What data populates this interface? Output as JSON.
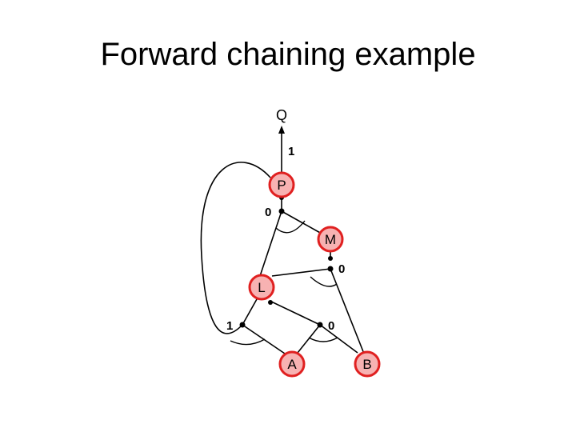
{
  "title": "Forward chaining example",
  "colors": {
    "node_fill": "#f7b2b2",
    "node_stroke": "#e02020",
    "edge": "#000000"
  },
  "nodes": {
    "q": "Q",
    "p": "P",
    "m": "M",
    "l": "L",
    "a": "A",
    "b": "B"
  },
  "counts": {
    "q_rule": "1",
    "p_rule": "0",
    "m_rule": "0",
    "l_rule_left": "1",
    "l_rule_right": "0"
  }
}
